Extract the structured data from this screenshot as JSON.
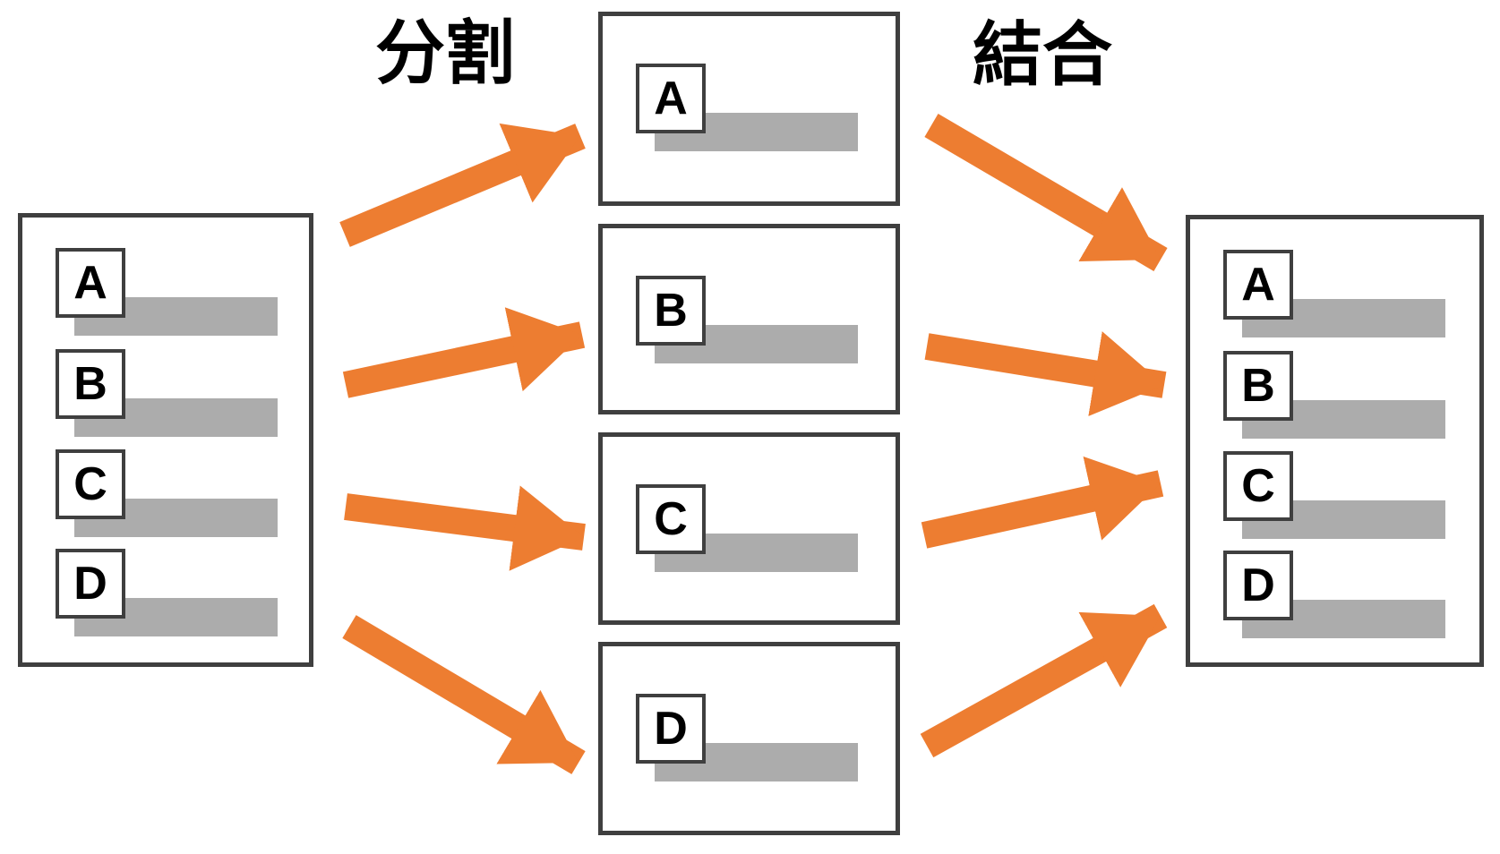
{
  "labels": {
    "split": "分割",
    "merge": "結合"
  },
  "source_box": {
    "items": [
      "A",
      "B",
      "C",
      "D"
    ]
  },
  "middle_boxes": {
    "items": [
      "A",
      "B",
      "C",
      "D"
    ]
  },
  "merged_box": {
    "items": [
      "A",
      "B",
      "C",
      "D"
    ]
  },
  "arrows": {
    "split_count": 4,
    "merge_count": 4
  },
  "colors": {
    "arrow": "#ED7D31",
    "box_border": "#3F3F3F",
    "placeholder_bar": "#ACACAC",
    "letter": "#000000",
    "background": "#FFFFFF"
  }
}
